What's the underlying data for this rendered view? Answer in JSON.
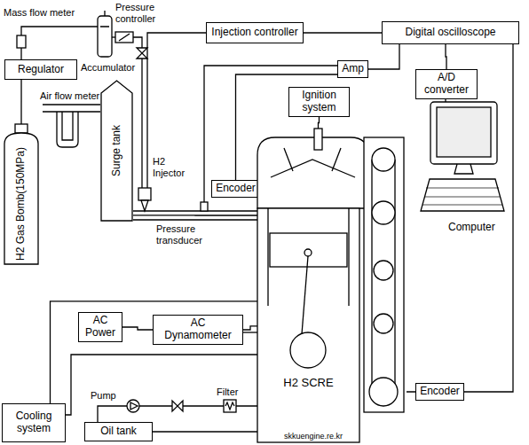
{
  "diagram": {
    "nodes": [
      {
        "text": [
          "Regulator"
        ]
      },
      {
        "text": [
          "Injection controller"
        ]
      },
      {
        "text": [
          "Digital oscilloscope"
        ]
      },
      {
        "text": [
          "Amp"
        ]
      },
      {
        "text": [
          "A/D converter"
        ]
      },
      {
        "text": [
          "Ignition system"
        ]
      },
      {
        "text": [
          "Surge tank"
        ]
      },
      {
        "text": [
          "H2 Gas Bomb(150MPa)"
        ]
      },
      {
        "text": [
          "Encoder"
        ]
      },
      {
        "text": [
          "AC Power"
        ]
      },
      {
        "text": [
          "AC Dynamometer"
        ]
      },
      {
        "text": [
          "Encoder"
        ]
      },
      {
        "text": [
          "H2 SCRE"
        ]
      },
      {
        "text": [
          "Cooling system"
        ]
      },
      {
        "text": [
          "Oil tank"
        ]
      }
    ],
    "edges": [
      {
        "from": 7,
        "to": 0,
        "arrow": "none"
      },
      {
        "from": 1,
        "to": 2,
        "arrow": "none"
      },
      {
        "from": 3,
        "to": 2,
        "arrow": "none"
      },
      {
        "from": 2,
        "to": 4,
        "arrow": "none"
      },
      {
        "from": 5,
        "to": 12,
        "arrow": "none"
      },
      {
        "from": 8,
        "to": 3,
        "arrow": "none"
      },
      {
        "from": 6,
        "to": 12,
        "arrow": "none"
      },
      {
        "from": 9,
        "to": 10,
        "arrow": "none"
      },
      {
        "from": 10,
        "to": 12,
        "arrow": "none"
      },
      {
        "from": 11,
        "to": 2,
        "arrow": "none"
      },
      {
        "from": 11,
        "to": 12,
        "arrow": "none"
      },
      {
        "from": 13,
        "to": 12,
        "arrow": "none"
      },
      {
        "from": 14,
        "to": 12,
        "arrow": "none"
      }
    ],
    "labels": [
      "Mass flow meter",
      "Pressure controller",
      "Accumulator",
      "Air flow meter",
      "H2 Injector",
      "Pressure transducer",
      "Computer",
      "Pump",
      "Filter",
      "skkuengine.re.kr"
    ]
  }
}
